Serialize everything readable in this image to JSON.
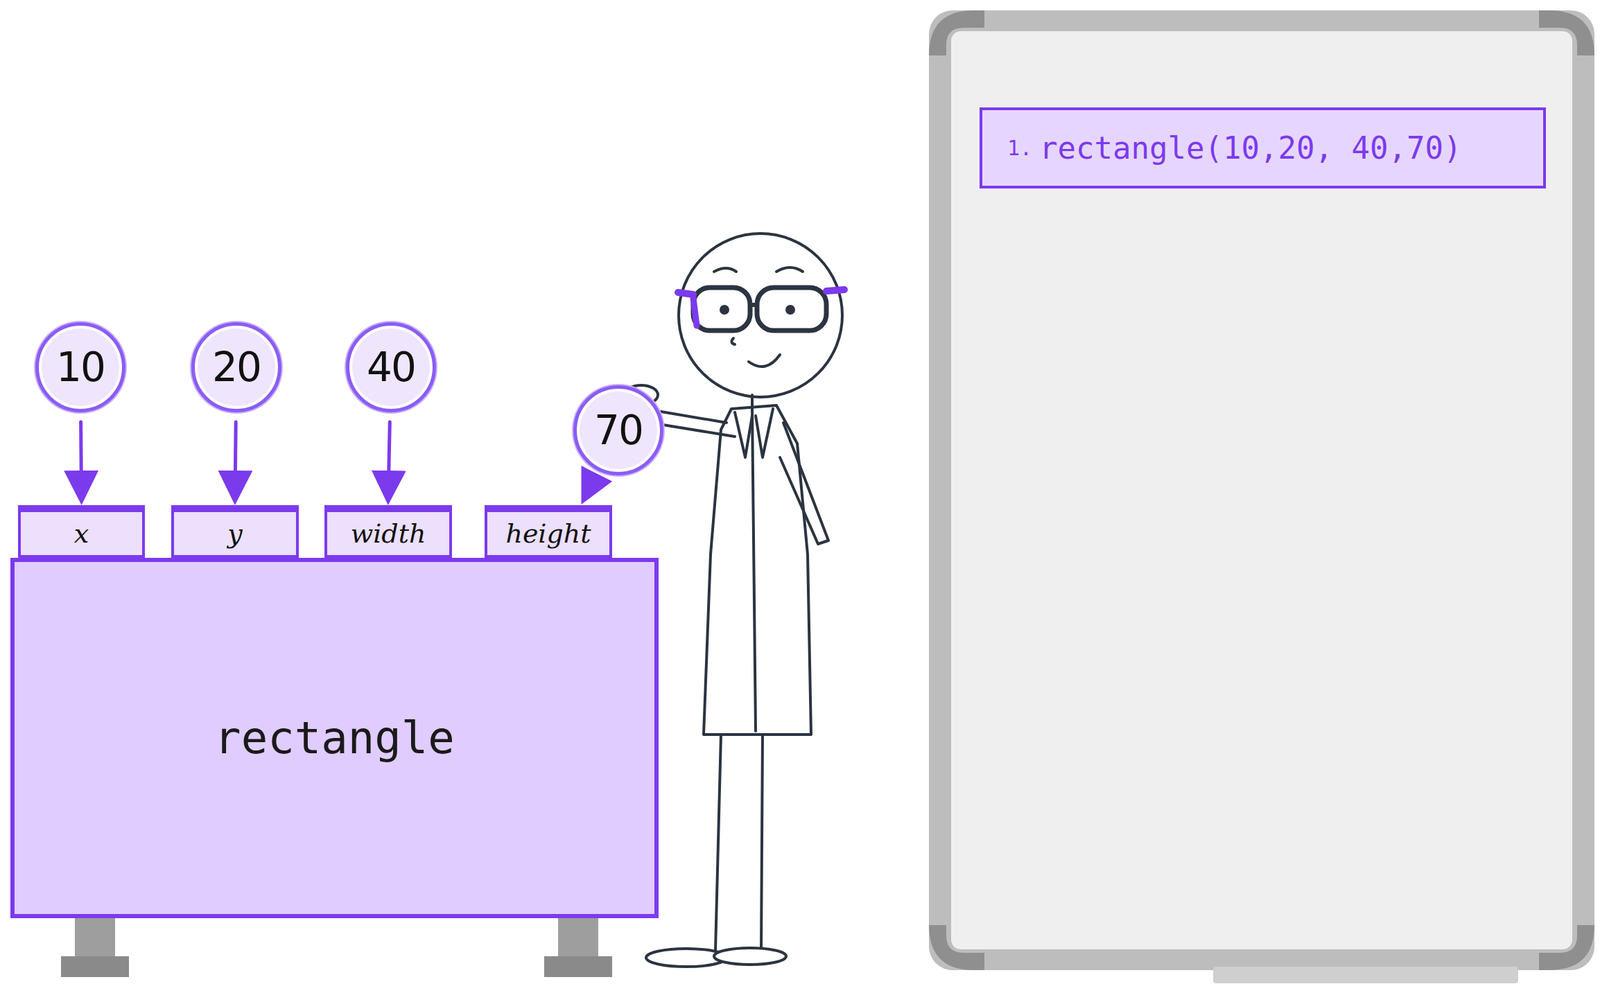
{
  "diagram": {
    "nodes": [
      {
        "text": [
          "10"
        ]
      },
      {
        "text": [
          "20"
        ]
      },
      {
        "text": [
          "40"
        ]
      },
      {
        "text": [
          "70"
        ]
      },
      {
        "text": [
          "x"
        ]
      },
      {
        "text": [
          "y"
        ]
      },
      {
        "text": [
          "width"
        ]
      },
      {
        "text": [
          "height"
        ]
      },
      {
        "text": [
          "rectangle"
        ]
      },
      {
        "text": [
          "1.",
          "rectangle(10,20, 40,70)"
        ]
      }
    ],
    "edges": [
      {
        "from": 0,
        "to": 4,
        "arrow": "to"
      },
      {
        "from": 1,
        "to": 5,
        "arrow": "to"
      },
      {
        "from": 2,
        "to": 6,
        "arrow": "to"
      },
      {
        "from": 3,
        "to": 7,
        "arrow": "to"
      }
    ]
  }
}
